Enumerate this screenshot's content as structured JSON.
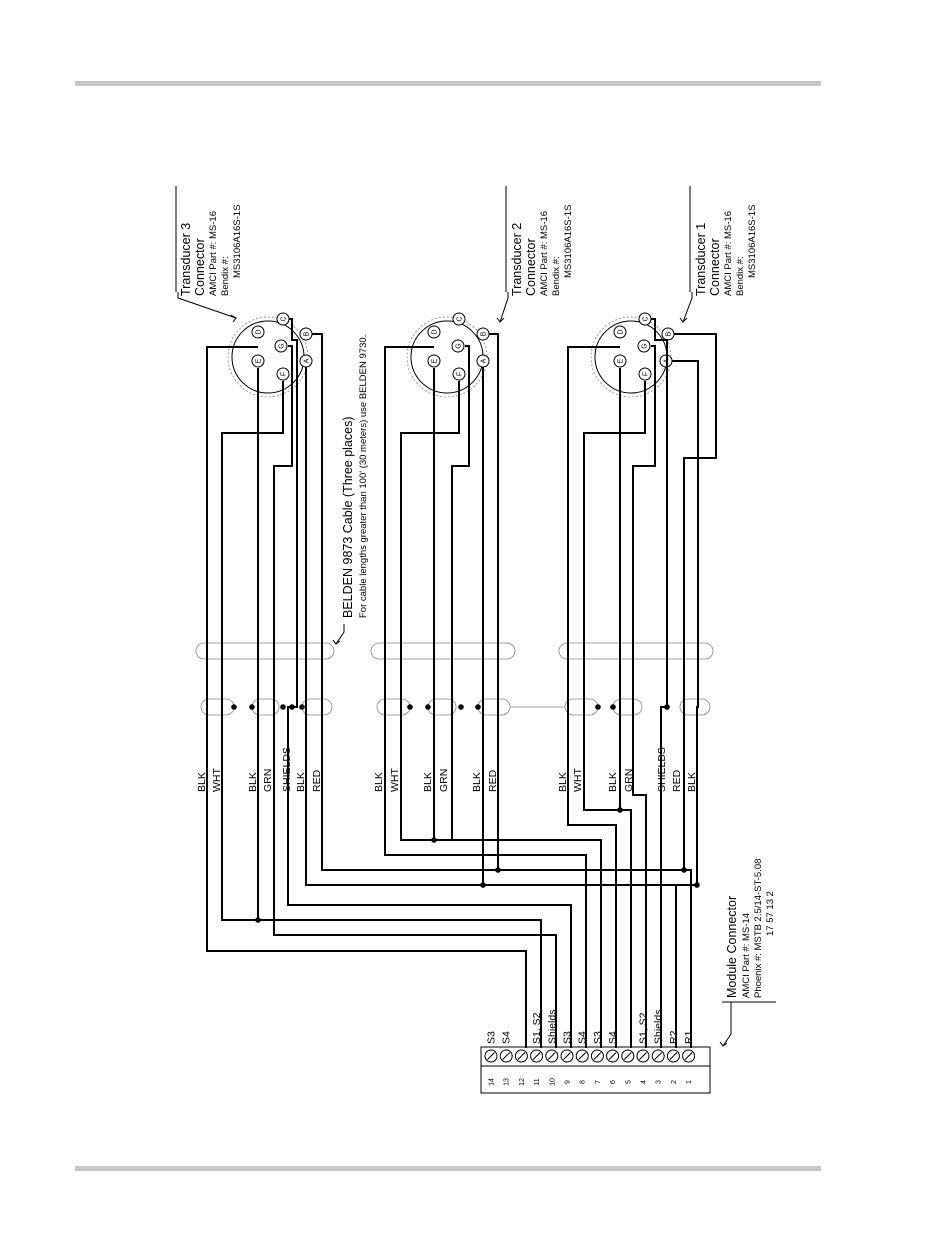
{
  "transducers": [
    {
      "title": "Transducer 3",
      "subtitle": "Connector",
      "amci": "AMCI Part #:  MS-16",
      "bendix_label": "Bendix #:",
      "bendix": "MS3106A16S-1S"
    },
    {
      "title": "Transducer 2",
      "subtitle": "Connector",
      "amci": "AMCI Part #:  MS-16",
      "bendix_label": "Bendix #:",
      "bendix": "MS3106A16S-1S"
    },
    {
      "title": "Transducer 1",
      "subtitle": "Connector",
      "amci": "AMCI Part #:  MS-16",
      "bendix_label": "Bendix #:",
      "bendix": "MS3106A16S-1S"
    }
  ],
  "connector_pins": [
    "A",
    "B",
    "C",
    "D",
    "E",
    "F",
    "G"
  ],
  "cable": {
    "title": "BELDEN 9873 Cable  (Three places)",
    "note": "For cable lengths greater than 100' (30 meters) use BELDEN 9730."
  },
  "module": {
    "title": "Module Connector",
    "amci": "AMCI Part #: MS-14",
    "phoenix": "Phoenix #:   MSTB 2.5/14-ST-5.08",
    "phoenix_cont": "17 57 13 2",
    "pin_numbers": [
      "14",
      "13",
      "12",
      "11",
      "10",
      "9",
      "8",
      "7",
      "6",
      "5",
      "4",
      "3",
      "2",
      "1"
    ],
    "terminal_labels": [
      "S3",
      "S4",
      "S1, S2",
      "Shields",
      "S3",
      "S4",
      "S3",
      "S4",
      "S1, S2",
      "Shields",
      "R2",
      "R1"
    ]
  },
  "wire_labels": {
    "t3": [
      "BLK",
      "WHT",
      "BLK",
      "GRN",
      "SHIELDS",
      "BLK",
      "RED"
    ],
    "t2": [
      "BLK",
      "WHT",
      "BLK",
      "GRN",
      "BLK",
      "RED"
    ],
    "t1": [
      "BLK",
      "WHT",
      "BLK",
      "GRN",
      "SHIELDS",
      "RED",
      "BLK"
    ]
  }
}
